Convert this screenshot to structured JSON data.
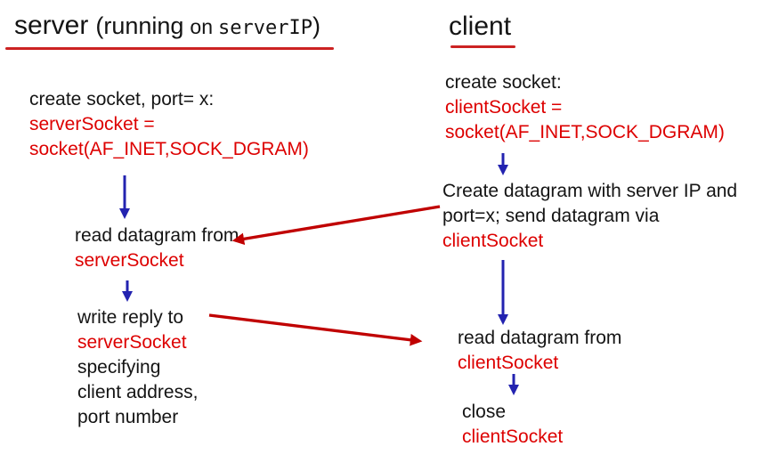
{
  "colors": {
    "red_text": "#dd0000",
    "red_arrow": "#c00000",
    "blue_arrow": "#2323b0",
    "underline": "#cc2222",
    "black_text": "#141414",
    "background": "#ffffff"
  },
  "server": {
    "title": {
      "word": "server",
      "paren": "(running",
      "on": "on",
      "host": "serverIP",
      "close": ")"
    },
    "create_block": {
      "lines": [
        {
          "text": "create socket, port= x:",
          "color": "black"
        },
        {
          "text": "serverSocket =",
          "color": "red"
        },
        {
          "text": "socket(AF_INET,SOCK_DGRAM)",
          "color": "red"
        }
      ]
    },
    "read_block": {
      "lines": [
        {
          "text": "read datagram from",
          "color": "black"
        },
        {
          "text": "serverSocket",
          "color": "red"
        }
      ]
    },
    "write_block": {
      "lines": [
        {
          "text": "write reply to",
          "color": "black"
        },
        {
          "text": "serverSocket",
          "color": "red"
        },
        {
          "text": "specifying",
          "color": "black"
        },
        {
          "text": "client address,",
          "color": "black"
        },
        {
          "text": "port number",
          "color": "black"
        }
      ]
    }
  },
  "client": {
    "title": {
      "word": "client"
    },
    "create_block": {
      "lines": [
        {
          "text": "create socket:",
          "color": "black"
        },
        {
          "text": "clientSocket =",
          "color": "red"
        },
        {
          "text": "socket(AF_INET,SOCK_DGRAM)",
          "color": "red"
        }
      ]
    },
    "send_block": {
      "lines": [
        {
          "text": "Create datagram with server IP and",
          "color": "black"
        },
        {
          "text": "port=x; send datagram via",
          "color": "black"
        },
        {
          "text": "clientSocket",
          "color": "red"
        }
      ]
    },
    "read_block": {
      "lines": [
        {
          "text": "read datagram from",
          "color": "black"
        },
        {
          "text": "clientSocket",
          "color": "red"
        }
      ]
    },
    "close_block": {
      "lines": [
        {
          "text": "close",
          "color": "black"
        },
        {
          "text": "clientSocket",
          "color": "red"
        }
      ]
    }
  }
}
